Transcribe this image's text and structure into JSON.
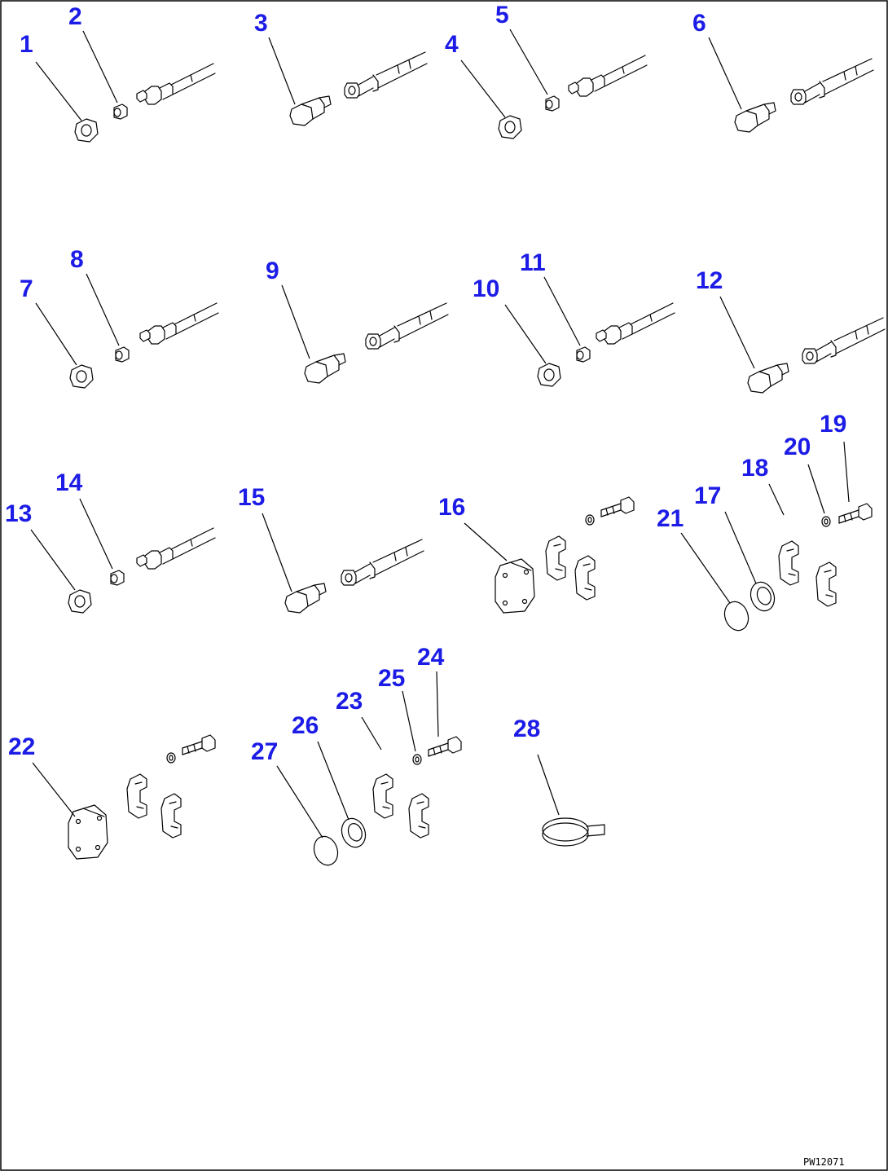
{
  "callouts": [
    "1",
    "2",
    "3",
    "4",
    "5",
    "6",
    "7",
    "8",
    "9",
    "10",
    "11",
    "12",
    "13",
    "14",
    "15",
    "16",
    "17",
    "18",
    "19",
    "20",
    "21",
    "22",
    "23",
    "24",
    "25",
    "26",
    "27",
    "28"
  ],
  "figure_ref": "PW12071",
  "colors": {
    "callout": "#1c1ce6",
    "line": "#000000",
    "background": "#ffffff"
  }
}
